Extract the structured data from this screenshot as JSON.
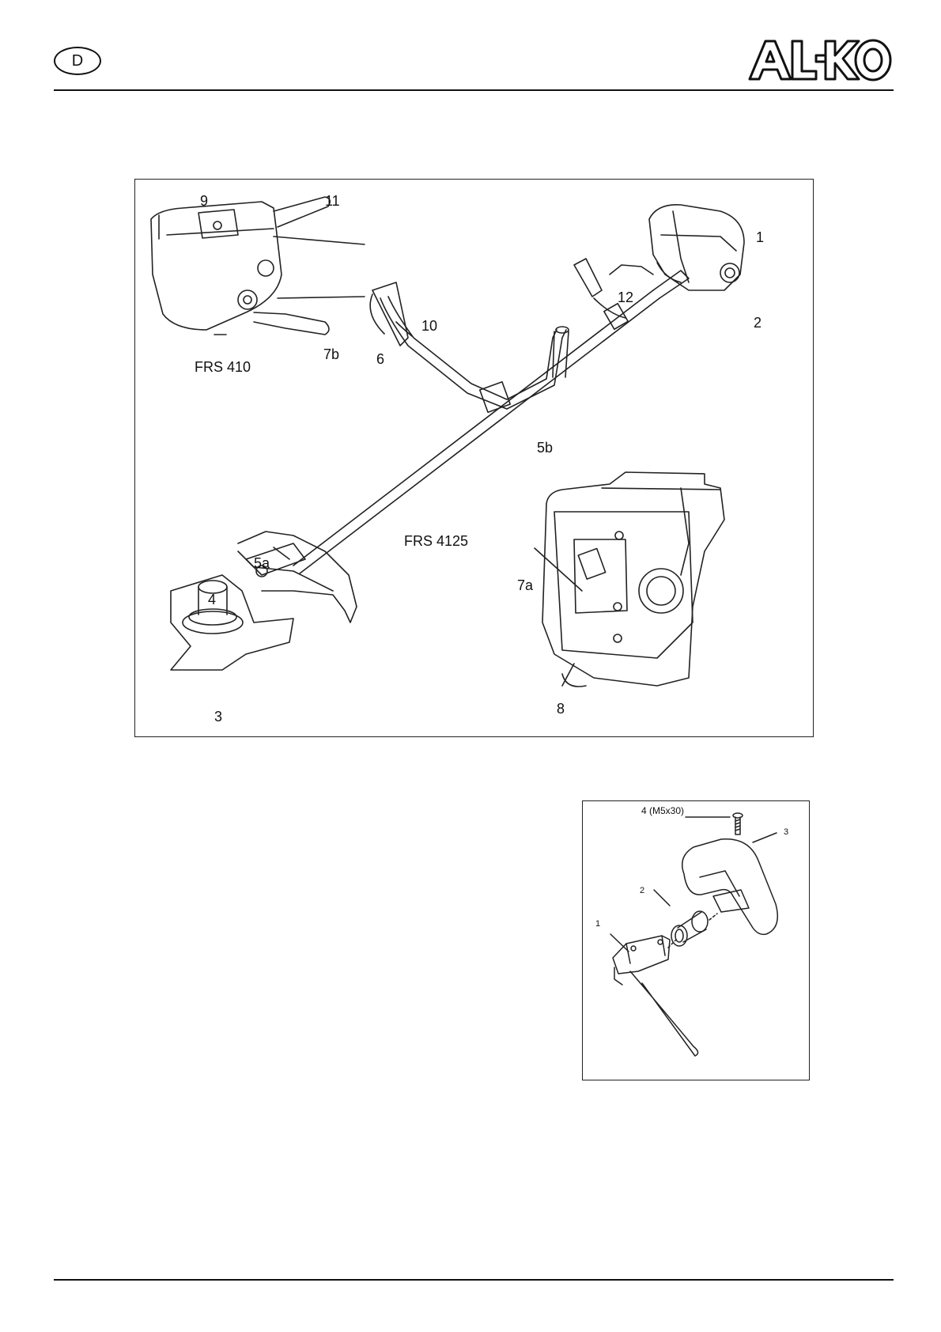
{
  "header": {
    "language_badge": "D",
    "brand_logo": "AL-KO"
  },
  "figure_main": {
    "models": {
      "detail_model": "FRS 410",
      "main_model": "FRS 4125"
    },
    "callouts": [
      "1",
      "2",
      "3",
      "4",
      "5a",
      "5b",
      "6",
      "7a",
      "7b",
      "8",
      "9",
      "10",
      "11",
      "12"
    ]
  },
  "figure_handle": {
    "callouts": [
      "1",
      "2",
      "3",
      "4 (M5x30)"
    ]
  }
}
